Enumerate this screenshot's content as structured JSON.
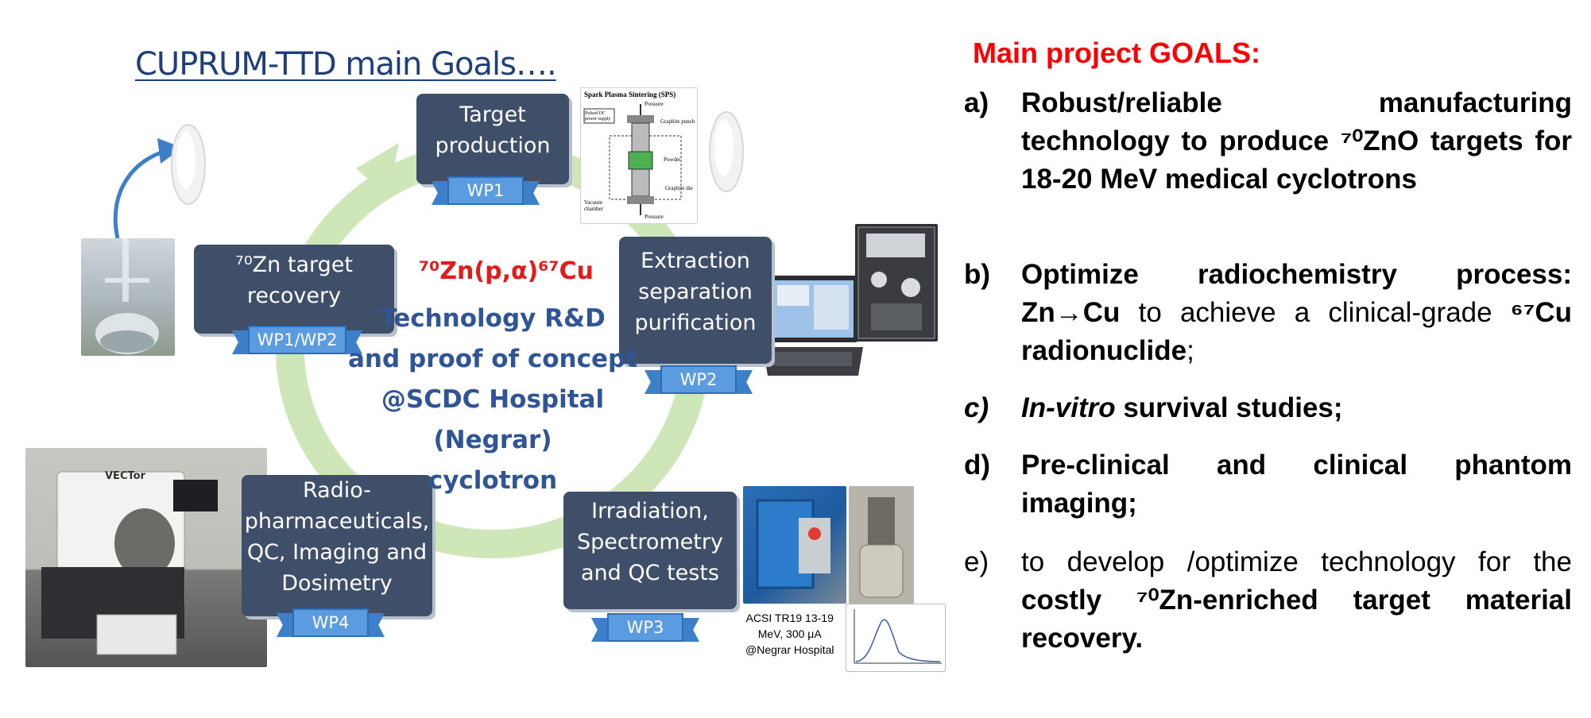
{
  "diagram": {
    "title": "CUPRUM-TTD main Goals….",
    "center": {
      "reaction": "⁷⁰Zn(p,α)⁶⁷Cu",
      "lines": [
        "Technology R&D",
        "and proof of concept",
        "@SCDC Hospital (Negrar)",
        "cyclotron"
      ]
    },
    "steps": {
      "target": {
        "lines": [
          "Target",
          "production"
        ],
        "wp": "WP1"
      },
      "extraction": {
        "lines": [
          "Extraction",
          "separation",
          "purification"
        ],
        "wp": "WP2"
      },
      "irradiation": {
        "lines": [
          "Irradiation,",
          "Spectrometry",
          "and QC tests"
        ],
        "wp": "WP3"
      },
      "radio": {
        "lines": [
          "Radio-",
          "pharmaceuticals,",
          "QC, Imaging and",
          "Dosimetry"
        ],
        "wp": "WP4"
      },
      "recovery": {
        "lines": [
          "⁷⁰Zn target",
          "recovery"
        ],
        "wp": "WP1/WP2"
      }
    },
    "sps_figure": {
      "title": "Spark Plasma Sintering (SPS)",
      "labels": [
        "Pressure",
        "Pulsed DC power supply",
        "Graphite punch",
        "Powder",
        "Graphite die",
        "Vacuum chamber",
        "Pressure"
      ]
    },
    "caption": [
      "ACSI TR19 13-19",
      "MeV, 300 μA",
      "@Negrar Hospital"
    ],
    "photo_label": "VECTor",
    "colors": {
      "box": "#3f4f69",
      "ribbon": "#5b9be0",
      "ring": "#cfe6b8",
      "title": "#1f3f7a",
      "center": "#2f5597",
      "reaction": "#e31b1b",
      "goals_head": "#ff0000"
    }
  },
  "goals": {
    "heading": "Main project GOALS:",
    "a": {
      "marker": "a)",
      "text": "Robust/reliable manufacturing technology to produce ⁷⁰ZnO targets for 18-20 MeV medical cyclotrons"
    },
    "b": {
      "marker": "b)",
      "p1": "Optimize radiochemistry process: Zn→Cu",
      "p2": " to achieve a clinical-grade ",
      "p3": "⁶⁷Cu radionuclide",
      "p4": ";"
    },
    "c": {
      "marker": "c)",
      "p1": "In-vitro",
      "p2": " survival studies;"
    },
    "d": {
      "marker": "d)",
      "text": "Pre-clinical and clinical phantom imaging;"
    },
    "e": {
      "marker": "e)",
      "p1": " to develop /optimize technology for the ",
      "p2": "costly ⁷⁰Zn-enriched target material recovery."
    }
  }
}
